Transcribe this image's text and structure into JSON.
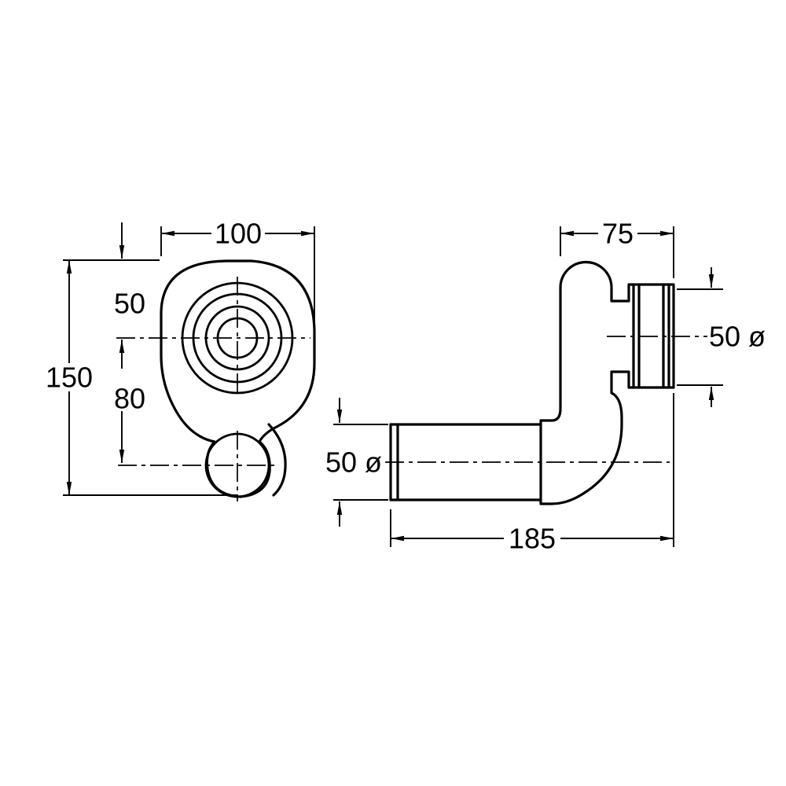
{
  "drawing": {
    "background_color": "#ffffff",
    "line_color": "#000000",
    "front_view": {
      "width_label": "100",
      "offset_top_label": "50",
      "offset_bottom_label": "80",
      "height_label": "150"
    },
    "side_view": {
      "depth_label": "75",
      "socket_diameter_label": "50 ø",
      "pipe_diameter_label": "50 ø",
      "length_label": "185"
    }
  }
}
